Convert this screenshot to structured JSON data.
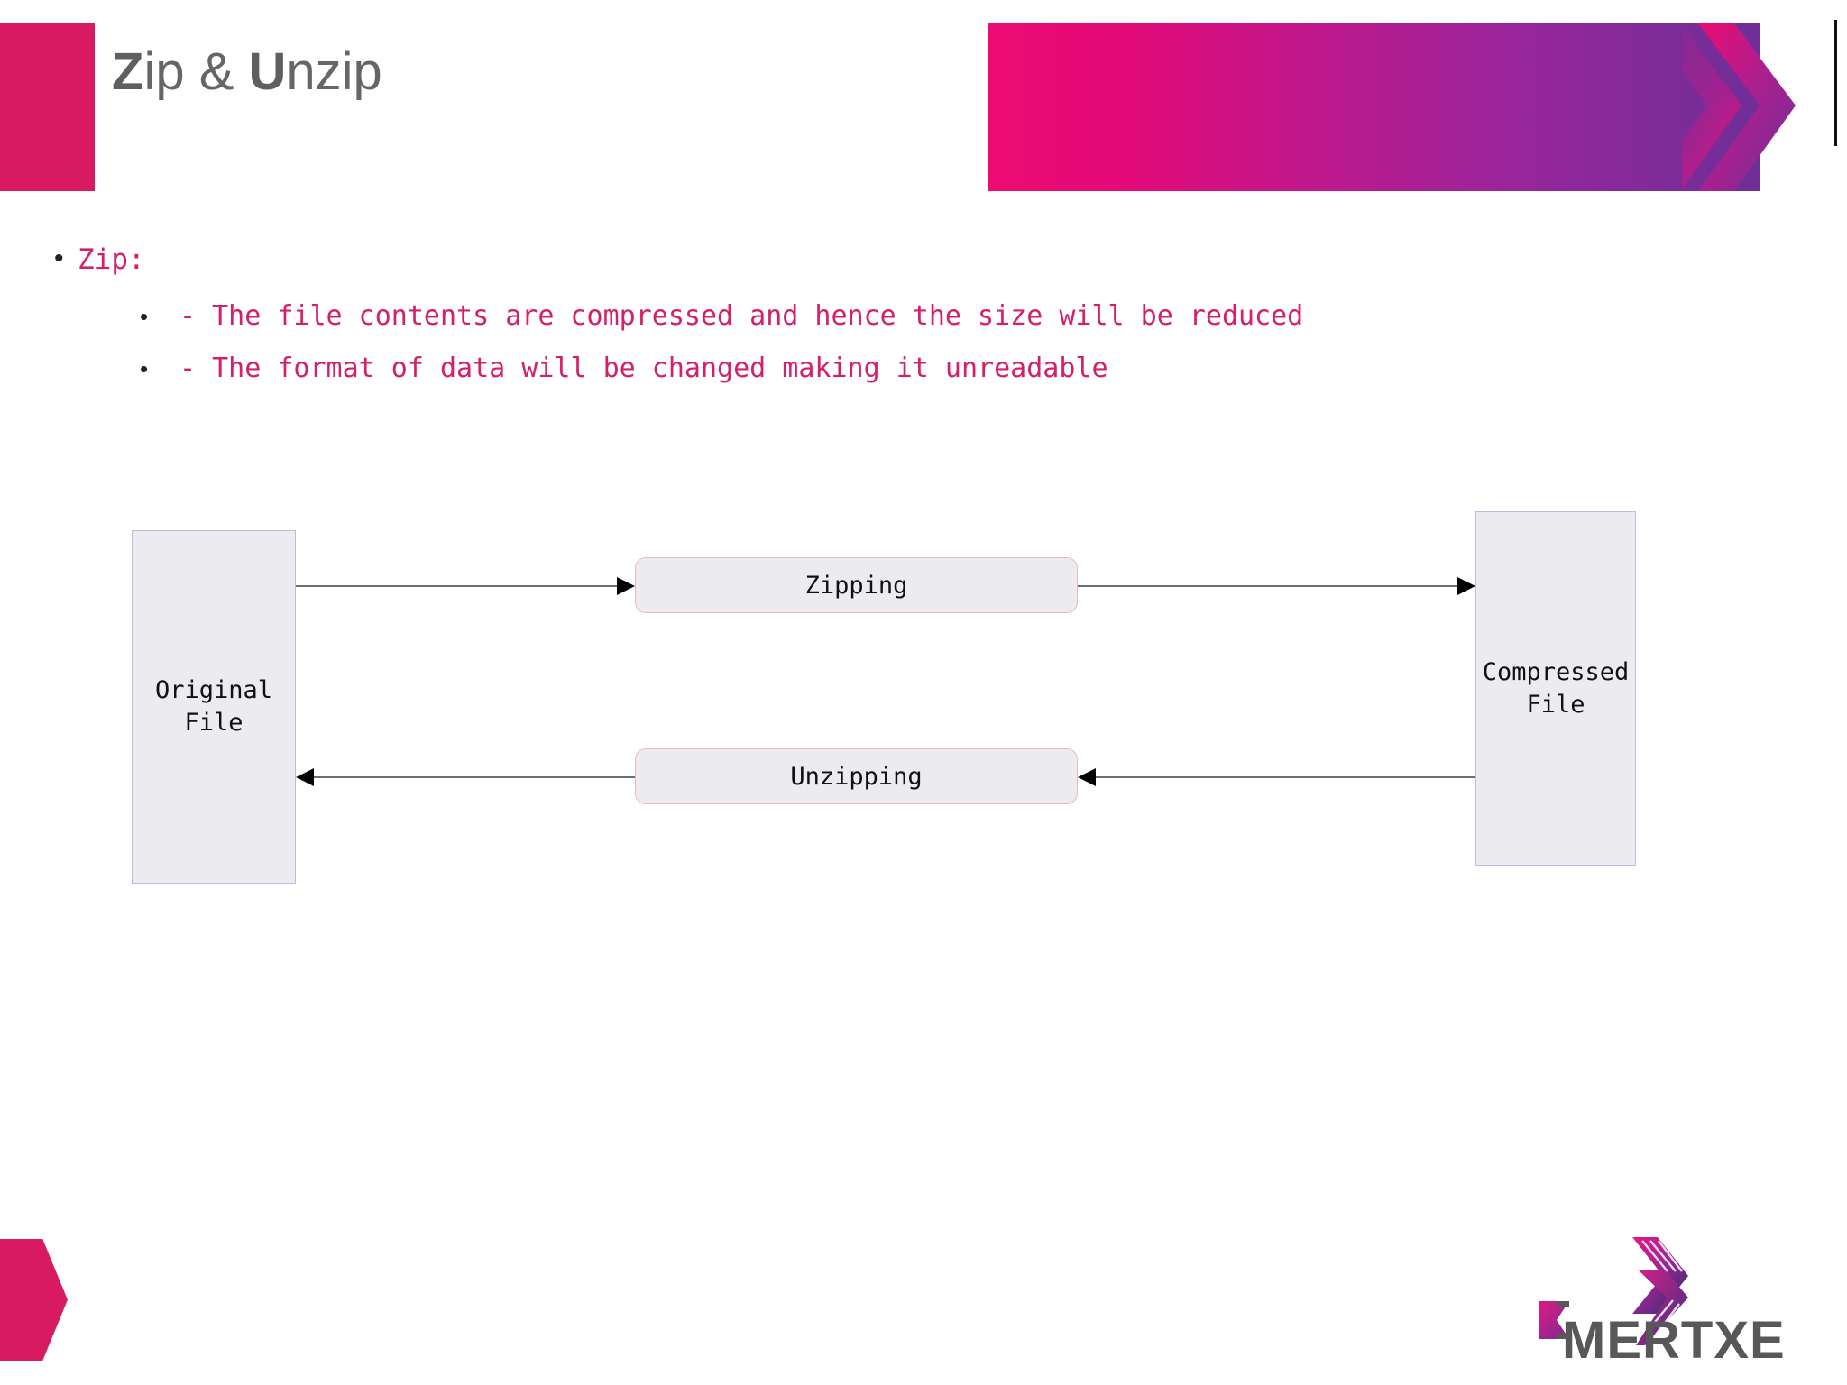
{
  "header": {
    "title_strong_1": "Z",
    "title_rest_1": "ip & ",
    "title_strong_2": "U",
    "title_rest_2": "nzip",
    "title_full": "Zip & Unzip",
    "accent_pink": "#D81B60",
    "banner_gradient_from": "#EC0B72",
    "banner_gradient_to": "#6E2F97"
  },
  "content": {
    "bullets": [
      {
        "level": 1,
        "marker": "•",
        "text": "Zip:"
      },
      {
        "level": 2,
        "marker": "•",
        "text": "- The file contents are compressed and hence the size will be reduced"
      },
      {
        "level": 2,
        "marker": "•",
        "text": "- The format of data will be changed making it unreadable"
      }
    ],
    "text_color": "#D4206B"
  },
  "diagram": {
    "nodes": {
      "original_file": "Original\nFile",
      "compressed_file": "Compressed\nFile",
      "zipping": "Zipping",
      "unzipping": "Unzipping"
    },
    "edges": [
      {
        "name": "original-to-zipping",
        "direction": "right"
      },
      {
        "name": "zipping-to-compressed",
        "direction": "right"
      },
      {
        "name": "compressed-to-unzipping",
        "direction": "left"
      },
      {
        "name": "unzipping-to-original",
        "direction": "left"
      }
    ],
    "file_box_fill": "#ECECF0",
    "file_box_border": "#B9BCDA",
    "process_box_border": "#F0B8B8",
    "edge_color": "#6d6d6d"
  },
  "footer": {
    "logo_sigma": "Σ",
    "logo_text": "MERTXE",
    "logo_text_color": "#58585A",
    "logo_full": "EMERTXE"
  }
}
